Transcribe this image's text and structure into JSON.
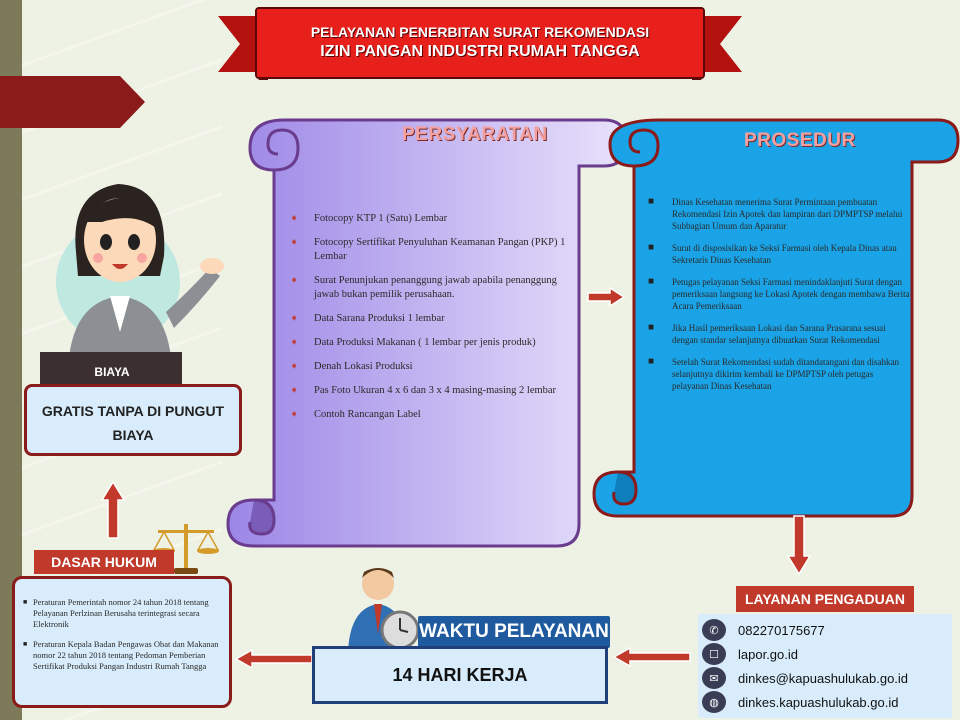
{
  "banner": {
    "line1": "PELAYANAN PENERBITAN SURAT REKOMENDASI",
    "line2": "IZIN PANGAN INDUSTRI RUMAH TANGGA"
  },
  "persyaratan": {
    "title": "PERSYARATAN",
    "items": [
      "Fotocopy KTP 1 (Satu) Lembar",
      "Fotocopy Sertifikat Penyuluhan Keamanan Pangan (PKP) 1 Lembar",
      "Surat Penunjukan penanggung jawab apabila penanggung jawab bukan pemilik perusahaan.",
      "Data Sarana Produksi 1 lembar",
      "Data Produksi Makanan ( 1 lembar per jenis produk)",
      "Denah Lokasi Produksi",
      "Pas Foto Ukuran 4 x 6 dan 3 x 4 masing-masing 2 lembar",
      "Contoh Rancangan Label"
    ]
  },
  "prosedur": {
    "title": "PROSEDUR",
    "items": [
      "Dinas Kesehatan menerima Surat Permintaan pembuatan Rekomendasi Izin Apotek dan lampiran dari DPMPTSP melalui Subbagian Umum dan Aparatur",
      "Surat di disposisikan ke Seksi Farmasi oleh Kepala Dinas atau Sekretaris Dinas Kesehatan",
      "Petugas pelayanan Seksi Farmasi menindaklanjuti Surat dengan pemeriksaan langsung ke Lokasi Apotek  dengan membawa Berita Acara Pemeriksaan",
      "Jika Hasil pemeriksaan Lokasi dan Sarana Prasarana sesuai dengan standar selanjutnya dibuatkan Surat Rekomendasi",
      "Setelah Surat Rekomendasi sudah ditandatangani dan disahkan selanjutnya dikirim kembali ke DPMPTSP oleh petugas pelayanan Dinas Kesehatan"
    ]
  },
  "biaya": {
    "label": "BIAYA",
    "value_line1": "GRATIS TANPA DI PUNGUT",
    "value_line2": "BIAYA"
  },
  "dasar_hukum": {
    "label": "DASAR HUKUM",
    "items": [
      "Peraturan Pemerintah nomor 24 tahun 2018 tentang Pelayanan Perlzinan Berusaha terintegrasi secara Elektronik",
      "Peraturan Kepala Badan Pengawas Obat dan Makanan nomor 22 tahun 2018 tentang Pedoman Pemberian Sertifikat Produksi Pangan Industri Rumah Tangga"
    ]
  },
  "waktu": {
    "label": "WAKTU PELAYANAN",
    "value": "14 HARI KERJA"
  },
  "pengaduan": {
    "label": "LAYANAN PENGADUAN",
    "contacts": [
      {
        "icon": "whatsapp-icon",
        "glyph": "✆",
        "text": "082270175677"
      },
      {
        "icon": "lapor-icon",
        "glyph": "☐",
        "text": "lapor.go.id"
      },
      {
        "icon": "email-icon",
        "glyph": "✉",
        "text": "dinkes@kapuashulukab.go.id"
      },
      {
        "icon": "web-icon",
        "glyph": "◍",
        "text": "dinkes.kapuashulukab.go.id"
      }
    ]
  },
  "colors": {
    "banner_red": "#e8201c",
    "dark_red": "#8b1a1a",
    "scroll_purple": "#b9a6ef",
    "scroll_blue": "#1aa3e6",
    "box_lightblue": "#d8ecfb",
    "heading_pink": "#f4a0a0"
  }
}
